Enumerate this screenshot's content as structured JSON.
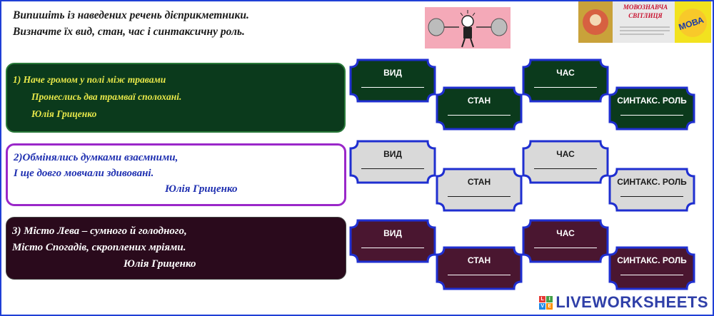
{
  "instructions": {
    "line1": "Випишіть із наведених речень дієприкметники.",
    "line2": "Визначте їх вид, стан, час і синтаксичну роль."
  },
  "banner": {
    "title": "МОВОЗНАВЧА СВІТЛИЦЯ",
    "tag": "МОВА"
  },
  "sentences": [
    {
      "lines": [
        "1)  Наче громом у полі між травами",
        "Пронеслись два трамваї сполохані.",
        "Юлія Гриценко"
      ]
    },
    {
      "lines": [
        "2)Обмінялись думками взаємними,",
        "І ще довго мовчали здивовані.",
        "Юлія Гриценко"
      ]
    },
    {
      "lines": [
        "3) Місто Лева – сумного й голодного,",
        "Місто Спогадів, скроплених мріями.",
        "Юлія Гриценко"
      ]
    }
  ],
  "boxes": {
    "vid": "ВИД",
    "stan": "СТАН",
    "chas": "ЧАС",
    "rol": "СИНТАКС. РОЛЬ"
  },
  "colors": {
    "row1_fill": "#0b3a1c",
    "row2_fill": "#d9d9d9",
    "row3_fill": "#4a1630",
    "box_border": "#1f2fd0"
  },
  "watermark": {
    "text": "LIVEWORKSHEETS",
    "logo": [
      "L",
      "I",
      "V",
      "E"
    ]
  }
}
